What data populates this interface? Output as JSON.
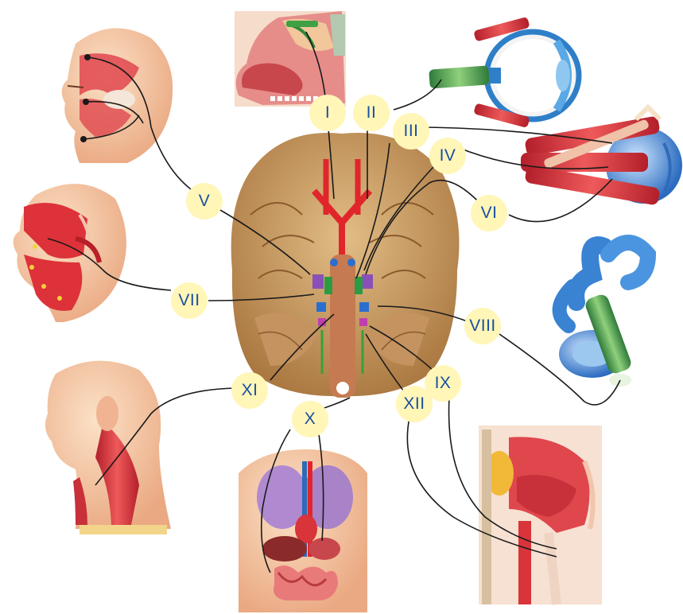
{
  "colors": {
    "badge_fill": "#fff6b8",
    "badge_text": "#1a4f9e",
    "nerve_line": "#1a1a1a",
    "muscle": "#d8343a",
    "skin": "#f3c3a0",
    "brain": "#c89a62",
    "artery": "#e0262b",
    "ear": "#4a8fd6",
    "ear_nerve": "#4f9a4a"
  },
  "nerves": [
    {
      "id": "olfactory",
      "numeral": "I",
      "target": "nose-illustration"
    },
    {
      "id": "optic",
      "numeral": "II",
      "target": "eye-illustration"
    },
    {
      "id": "oculomotor",
      "numeral": "III",
      "target": "eye-muscles-illustration"
    },
    {
      "id": "trochlear",
      "numeral": "IV",
      "target": "eye-muscles-illustration"
    },
    {
      "id": "trigeminal",
      "numeral": "V",
      "target": "face-sensory-illustration"
    },
    {
      "id": "abducens",
      "numeral": "VI",
      "target": "eye-muscles-illustration"
    },
    {
      "id": "facial",
      "numeral": "VII",
      "target": "facial-muscles-illustration"
    },
    {
      "id": "vestibulocochlear",
      "numeral": "VIII",
      "target": "inner-ear-illustration"
    },
    {
      "id": "glossopharyngeal",
      "numeral": "IX",
      "target": "throat-illustration"
    },
    {
      "id": "vagus",
      "numeral": "X",
      "target": "thoracic-abdominal-organs-illustration"
    },
    {
      "id": "accessory",
      "numeral": "XI",
      "target": "neck-muscles-illustration"
    },
    {
      "id": "hypoglossal",
      "numeral": "XII",
      "target": "throat-illustration"
    }
  ]
}
